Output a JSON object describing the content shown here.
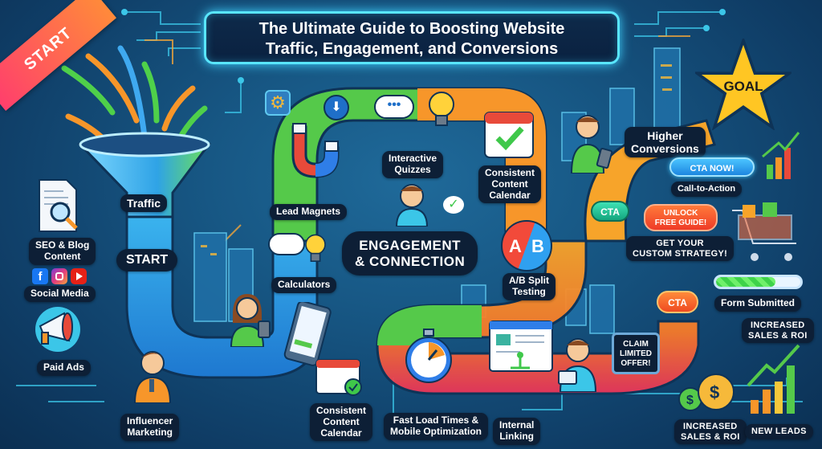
{
  "title": {
    "line1": "The Ultimate Guide to Boosting Website",
    "line2": "Traffic, Engagement, and Conversions"
  },
  "ribbon": {
    "label": "START"
  },
  "goal": {
    "label": "GOAL"
  },
  "colors": {
    "background": "#175784",
    "title_glow": "#59e6ff",
    "label_bg": "#0d1f36",
    "path_blue": "#2f9be8",
    "path_green": "#55c94a",
    "path_orange": "#f7962a",
    "path_red": "#e84a3a",
    "star": "#ffc623"
  },
  "stages": {
    "traffic": {
      "funnel_label": "Traffic",
      "start_label": "START",
      "sources": [
        {
          "label": "SEO & Blog Content",
          "line1": "SEO & Blog",
          "line2": "Content",
          "icon": "document-search-icon"
        },
        {
          "label": "Social Media",
          "icons": [
            "facebook-icon",
            "instagram-icon",
            "youtube-icon"
          ]
        },
        {
          "label": "Paid Ads",
          "icon": "megaphone-icon"
        },
        {
          "label": "Influencer Marketing",
          "line1": "Influencer",
          "line2": "Marketing",
          "icon": "presenter-icon"
        }
      ]
    },
    "engagement": {
      "title_line1": "ENGAGEMENT",
      "title_line2": "& CONNECTION",
      "items": [
        {
          "label": "Lead Magnets",
          "icon": "magnet-icon"
        },
        {
          "label": "Interactive Quizzes",
          "line1": "Interactive",
          "line2": "Quizzes",
          "icon": "thought-bubble-icon"
        },
        {
          "label": "Consistent Content Calendar",
          "line1": "Consistent",
          "line2": "Content",
          "line3": "Calendar",
          "icon": "calendar-check-icon"
        },
        {
          "label": "Calculators",
          "icon": "lightbulb-icon"
        },
        {
          "label": "A/B Split Testing",
          "line1": "A/B Split",
          "line2": "Testing",
          "icon": "ab-test-icon",
          "a": "A",
          "b": "B"
        },
        {
          "label": "Consistent Content Calendar",
          "line1": "Consistent",
          "line2": "Content",
          "line3": "Calendar",
          "icon": "calendar-check-icon"
        },
        {
          "label": "Fast Load Times & Mobile Optimization",
          "line1": "Fast Load Times &",
          "line2": "Mobile Optimization",
          "icon": "stopwatch-icon"
        },
        {
          "label": "Internal Linking",
          "line1": "Internal",
          "line2": "Linking",
          "icon": "browser-link-icon"
        }
      ]
    },
    "conversion": {
      "higher_conversions": {
        "line1": "Higher",
        "line2": "Conversions"
      },
      "cta_now": "CTA NOW!",
      "call_to_action": "Call-to-Action",
      "cta_green": "CTA",
      "unlock": {
        "line1": "UNLOCK",
        "line2": "FREE GUIDE!"
      },
      "custom_strategy": {
        "line1": "GET YOUR",
        "line2": "CUSTOM STRATEGY!"
      },
      "cta_orange": "CTA",
      "form_submitted": "Form Submitted",
      "form_progress_pct": 70,
      "claim_offer": {
        "line1": "CLAIM",
        "line2": "LIMITED",
        "line3": "OFFER!"
      },
      "increased_sales_top": {
        "line1": "INCREASED",
        "line2": "SALES & ROI"
      },
      "increased_sales_bottom": {
        "line1": "INCREASED",
        "line2": "SALES & ROI"
      },
      "new_leads": "NEW LEADS"
    }
  }
}
